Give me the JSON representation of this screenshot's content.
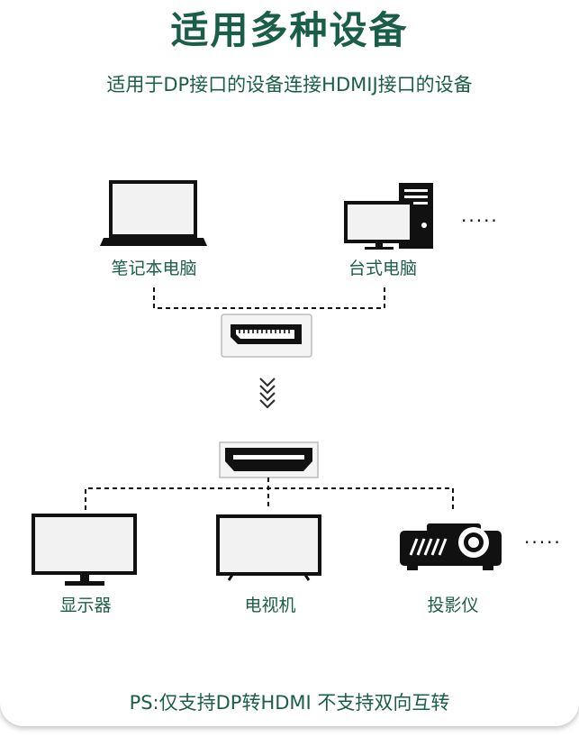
{
  "header": {
    "title": "适用多种设备",
    "subtitle": "适用于DP接口的设备连接HDMIJ接口的设备"
  },
  "sources": [
    {
      "label": "笔记本电脑",
      "icon": "laptop-icon"
    },
    {
      "label": "台式电脑",
      "icon": "desktop-computer-icon"
    }
  ],
  "targets": [
    {
      "label": "显示器",
      "icon": "monitor-icon"
    },
    {
      "label": "电视机",
      "icon": "tv-icon"
    },
    {
      "label": "投影仪",
      "icon": "projector-icon"
    }
  ],
  "ellipsis": "·····",
  "footer": {
    "note": "PS:仅支持DP转HDMI 不支持双向互转"
  },
  "colors": {
    "text": "#1a5e4a",
    "icon": "#111111"
  }
}
